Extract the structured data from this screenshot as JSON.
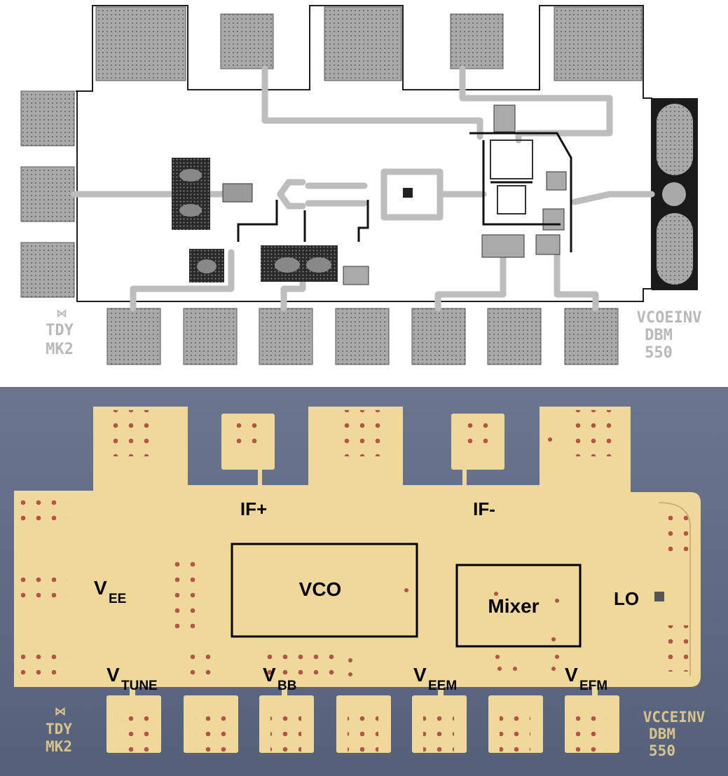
{
  "layout_markings": {
    "left": [
      "TDY",
      "MK2"
    ],
    "right": [
      "VCOEINV",
      "DBM",
      "550"
    ]
  },
  "photo_labels": {
    "if_plus": "IF+",
    "if_minus": "IF-",
    "vee": {
      "main": "V",
      "sub": "EE"
    },
    "vtune": {
      "main": "V",
      "sub": "TUNE"
    },
    "vbb": {
      "main": "V",
      "sub": "BB"
    },
    "veem": {
      "main": "V",
      "sub": "EEM"
    },
    "vefm": {
      "main": "V",
      "sub": "EFM"
    },
    "lo": "LO",
    "vco_box": "VCO",
    "mixer_box": "Mixer"
  },
  "photo_markings": {
    "left": [
      "TDY",
      "MK2"
    ],
    "right": [
      "VCCEINV",
      "DBM",
      "550"
    ]
  },
  "colors": {
    "layout_fill": "#ffffff",
    "layout_outline": "#222222",
    "pad_gray": "#a9a9a9",
    "trace_gray": "#bdbdbd",
    "photo_bg": "#5f6c86",
    "chip_gold": "#f0d79a",
    "via_red": "#b5524a"
  }
}
